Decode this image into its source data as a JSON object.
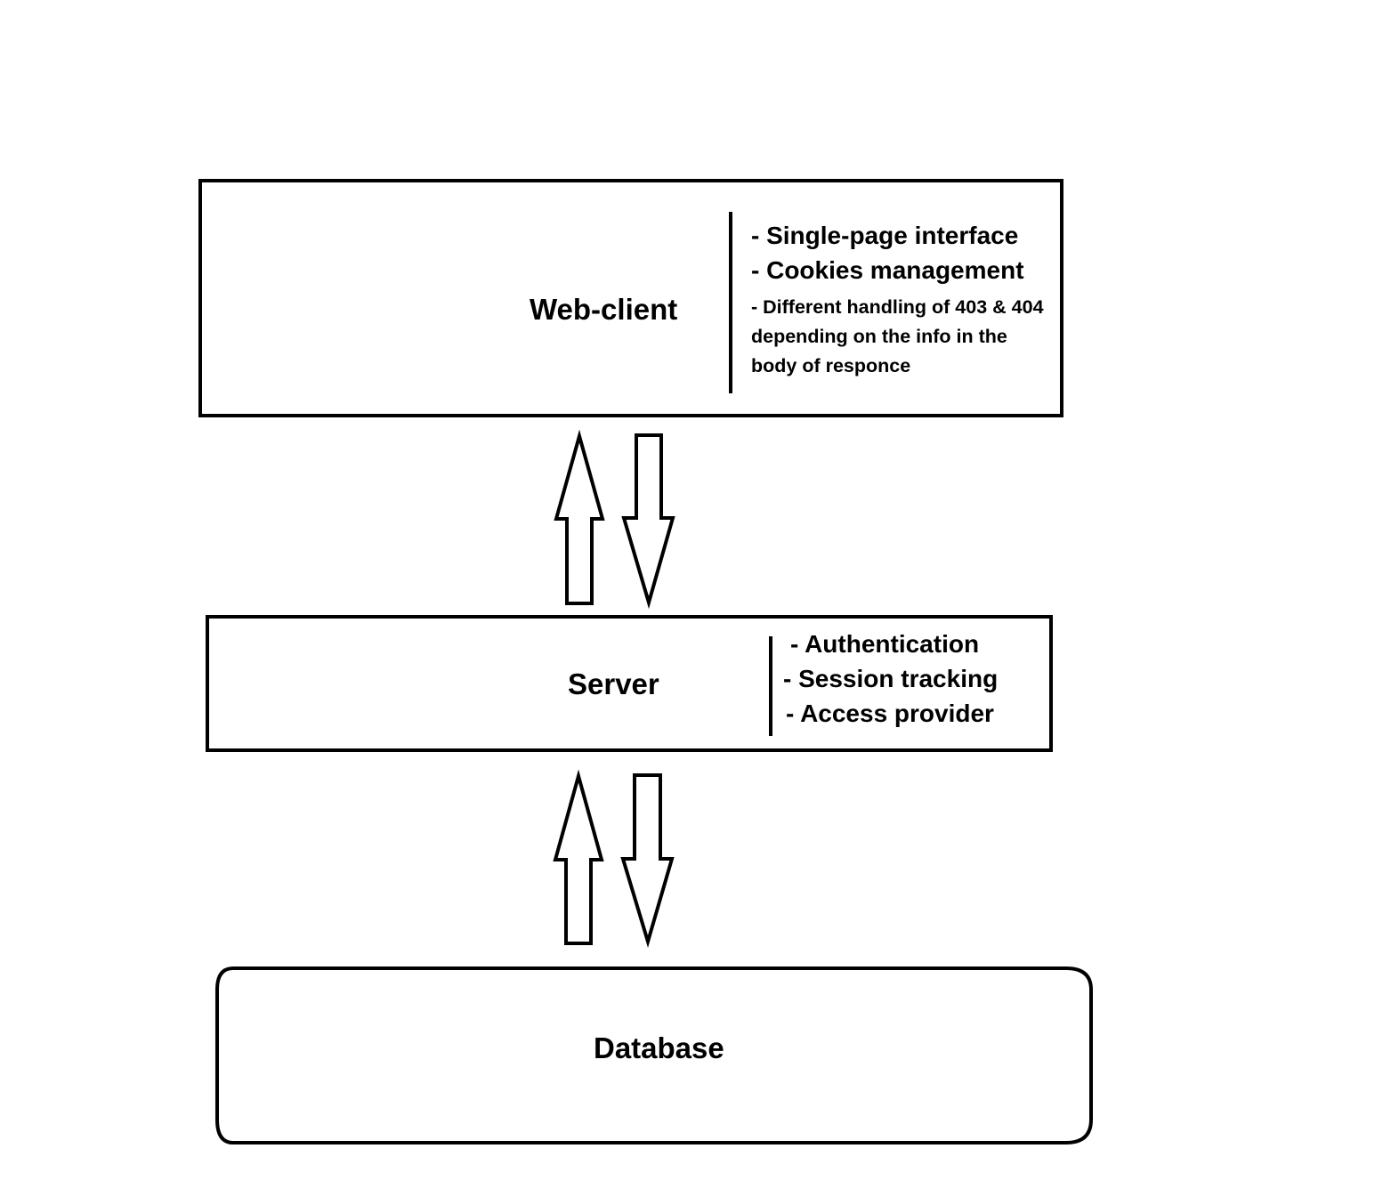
{
  "web_client": {
    "title": "Web-client",
    "features": [
      "- Single-page interface",
      "- Cookies management",
      "- Different handling of 403 & 404 depending on the info in the body of responce"
    ]
  },
  "server": {
    "title": "Server",
    "features": [
      "- Authentication",
      "- Session tracking",
      "- Access provider"
    ]
  },
  "database": {
    "title": "Database"
  }
}
